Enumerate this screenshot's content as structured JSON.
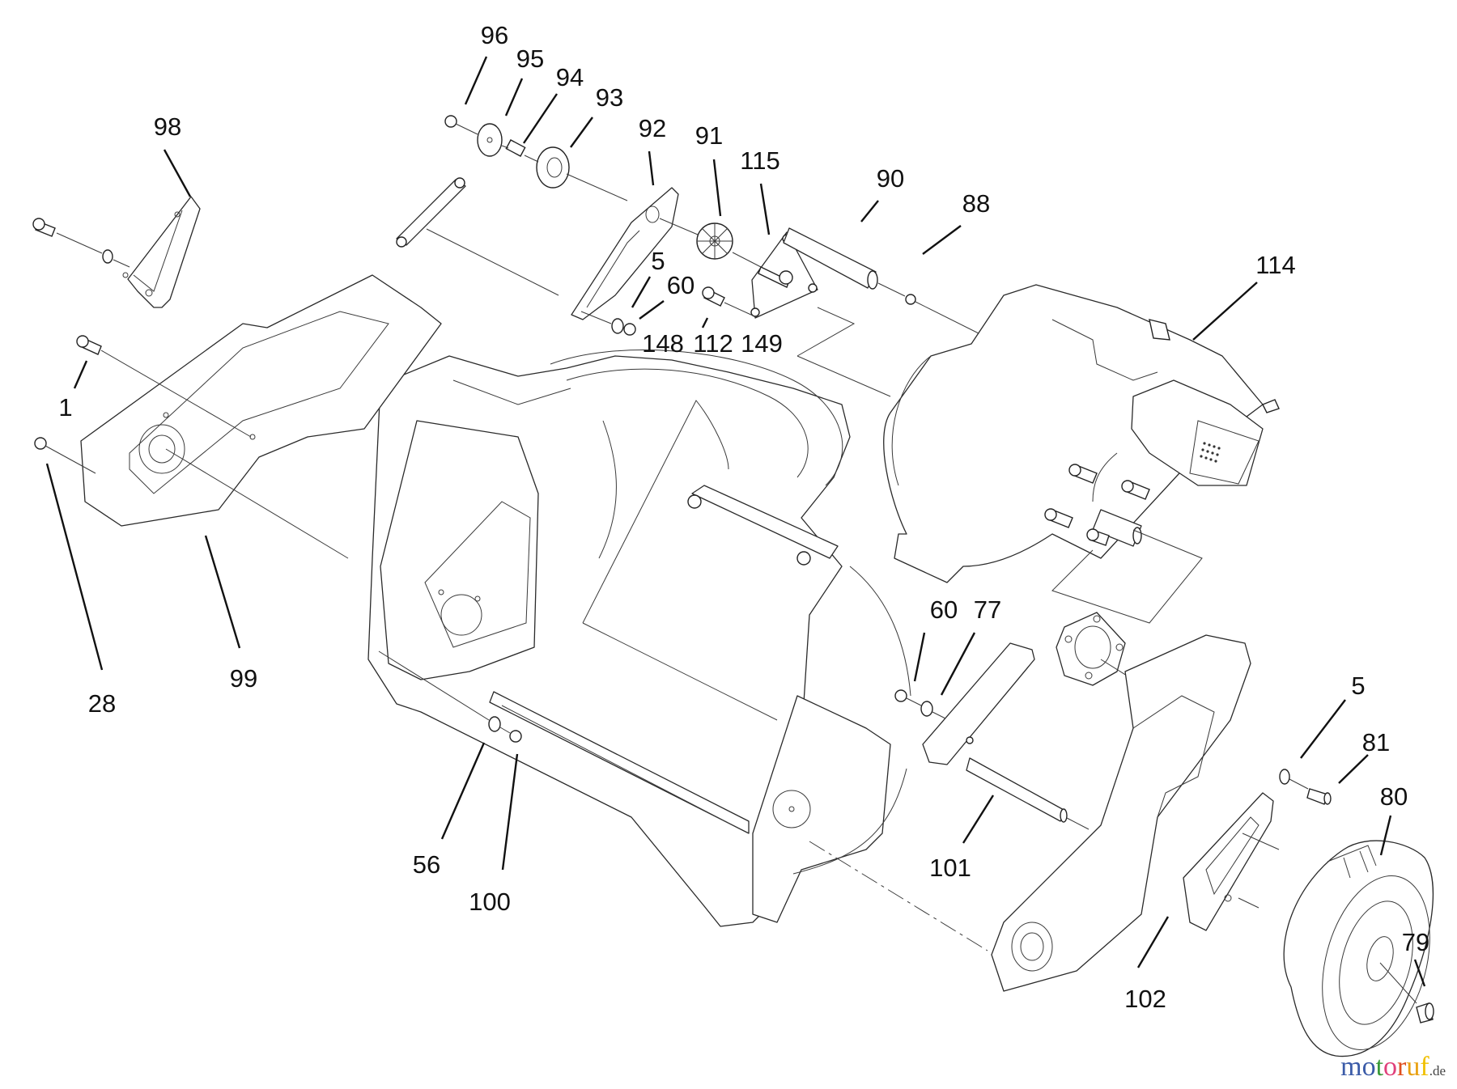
{
  "diagram": {
    "type": "exploded-parts-view",
    "callouts": [
      {
        "id": "c96",
        "label": "96"
      },
      {
        "id": "c95",
        "label": "95"
      },
      {
        "id": "c94",
        "label": "94"
      },
      {
        "id": "c93",
        "label": "93"
      },
      {
        "id": "c92",
        "label": "92"
      },
      {
        "id": "c91",
        "label": "91"
      },
      {
        "id": "c115",
        "label": "115"
      },
      {
        "id": "c90",
        "label": "90"
      },
      {
        "id": "c88",
        "label": "88"
      },
      {
        "id": "c114",
        "label": "114"
      },
      {
        "id": "c98",
        "label": "98"
      },
      {
        "id": "c1",
        "label": "1"
      },
      {
        "id": "c28",
        "label": "28"
      },
      {
        "id": "c99",
        "label": "99"
      },
      {
        "id": "c5a",
        "label": "5"
      },
      {
        "id": "c60a",
        "label": "60"
      },
      {
        "id": "c148",
        "label": "148"
      },
      {
        "id": "c112",
        "label": "112"
      },
      {
        "id": "c149",
        "label": "149"
      },
      {
        "id": "c60b",
        "label": "60"
      },
      {
        "id": "c77",
        "label": "77"
      },
      {
        "id": "c5b",
        "label": "5"
      },
      {
        "id": "c81",
        "label": "81"
      },
      {
        "id": "c80",
        "label": "80"
      },
      {
        "id": "c79",
        "label": "79"
      },
      {
        "id": "c101",
        "label": "101"
      },
      {
        "id": "c102",
        "label": "102"
      },
      {
        "id": "c56",
        "label": "56"
      },
      {
        "id": "c100",
        "label": "100"
      }
    ]
  },
  "watermark": {
    "letters": [
      "m",
      "o",
      "t",
      "o",
      "r",
      "u",
      "f"
    ],
    "tld": ".de",
    "colors": [
      "#3b5ba8",
      "#3b5ba8",
      "#3a9a3a",
      "#e0407a",
      "#e05020",
      "#e8a010",
      "#f0c000"
    ]
  }
}
